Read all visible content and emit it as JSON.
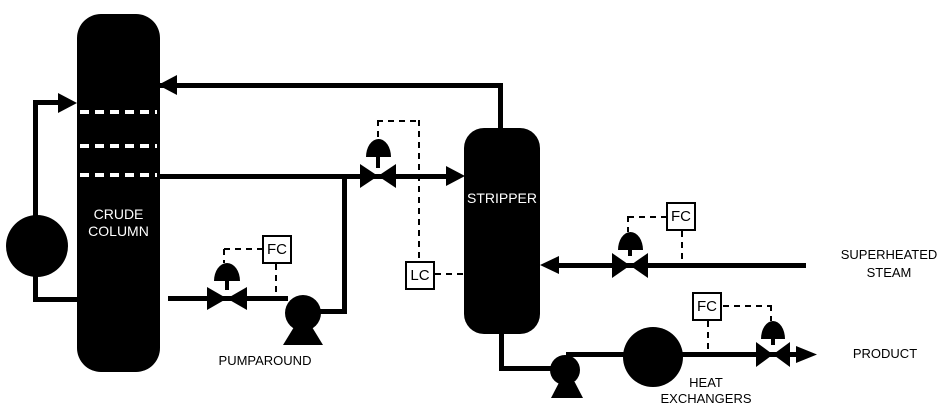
{
  "diagram": {
    "background": "#ffffff",
    "ink": "#000000",
    "vessel_text_color": "#ffffff",
    "vessels": {
      "crude_column": {
        "line1": "CRUDE",
        "line2": "COLUMN"
      },
      "stripper": {
        "label": "STRIPPER"
      }
    },
    "labels": {
      "pumparound": "PUMPAROUND",
      "heat_exchangers_line1": "HEAT",
      "heat_exchangers_line2": "EXCHANGERS",
      "superheated_steam_line1": "SUPERHEATED",
      "superheated_steam_line2": "STEAM",
      "product": "PRODUCT"
    },
    "instruments": {
      "fc_pumparound": {
        "tag": "FC"
      },
      "lc_stripper": {
        "tag": "LC"
      },
      "fc_steam": {
        "tag": "FC"
      },
      "fc_product": {
        "tag": "FC"
      }
    }
  }
}
